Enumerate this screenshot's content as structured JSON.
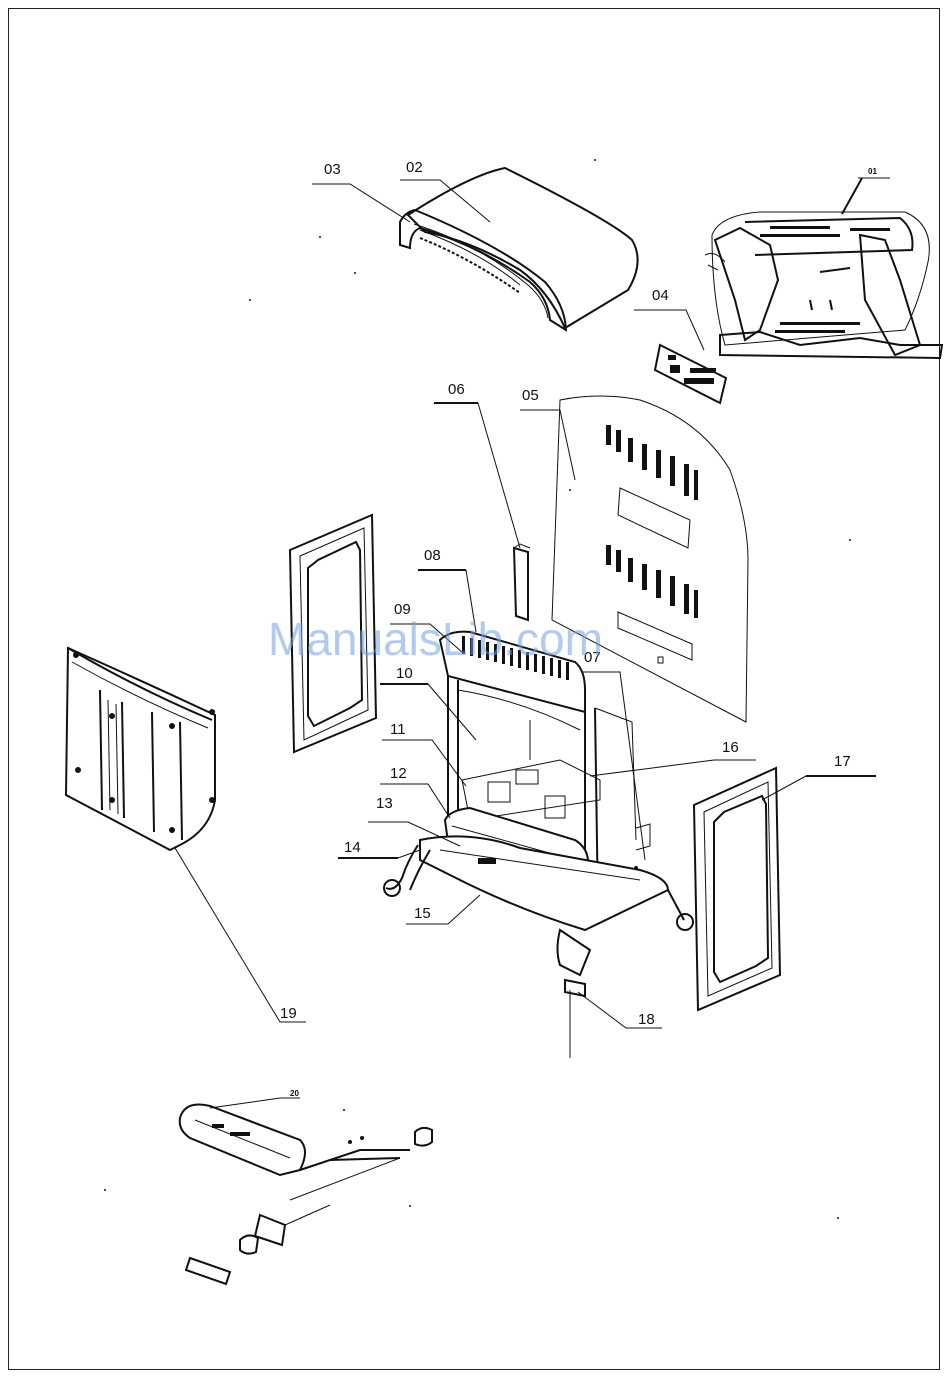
{
  "watermark": "ManualsLib.com",
  "labels": {
    "p01": "01",
    "p02": "02",
    "p03": "03",
    "p04": "04",
    "p05": "05",
    "p06": "06",
    "p07": "07",
    "p08": "08",
    "p09": "09",
    "p10": "10",
    "p11": "11",
    "p12": "12",
    "p13": "13",
    "p14": "14",
    "p15": "15",
    "p16": "16",
    "p17": "17",
    "p18": "18",
    "p19": "19",
    "p20": "20"
  }
}
